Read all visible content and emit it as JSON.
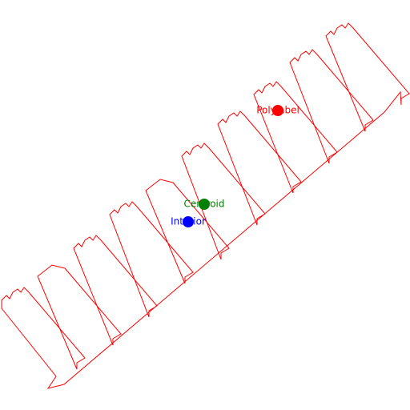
{
  "colors": {
    "background": "#ffffff",
    "outline": "#ff0000"
  },
  "points": [
    {
      "id": "polylabel",
      "label": "Polylabel",
      "color": "#ff0000"
    },
    {
      "id": "centroid",
      "label": "Centroid",
      "color": "#008000"
    },
    {
      "id": "interior",
      "label": "Interior",
      "color": "#0000ff"
    }
  ]
}
